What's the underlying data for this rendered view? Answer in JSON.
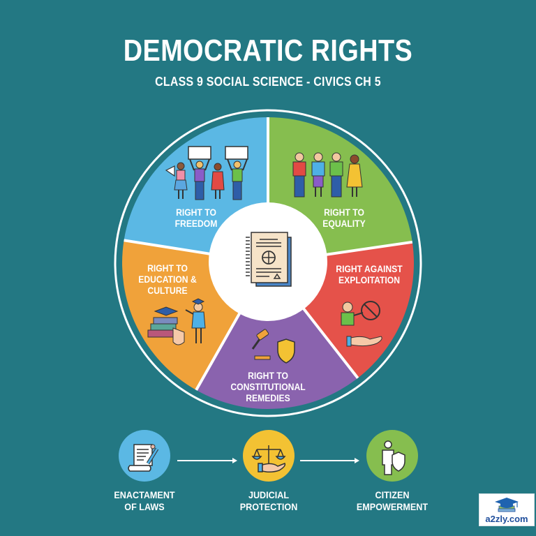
{
  "header": {
    "title": "DEMOCRATIC RIGHTS",
    "subtitle": "CLASS 9 SOCIAL SCIENCE - CIVICS CH 5"
  },
  "wheel": {
    "center_icon": "constitution-document-icon",
    "segments": [
      {
        "label": "RIGHT TO\nFREEDOM",
        "color": "#5BB8E4",
        "icon": "protesters-with-placards-icon"
      },
      {
        "label": "RIGHT TO\nEQUALITY",
        "color": "#86BE4F",
        "icon": "diverse-people-group-icon"
      },
      {
        "label": "RIGHT AGAINST\nEXPLOITATION",
        "color": "#E5524A",
        "icon": "child-with-prohibition-sign-and-hand-icon"
      },
      {
        "label": "RIGHT TO\nCONSTITUTIONAL\nREMEDIES",
        "color": "#8A63AE",
        "icon": "gavel-and-shield-icon"
      },
      {
        "label": "RIGHT TO\nEDUCATION &\nCULTURE",
        "color": "#F0A23A",
        "icon": "books-and-graduate-icon"
      }
    ]
  },
  "flow": {
    "steps": [
      {
        "label": "ENACTAMENT\nOF LAWS",
        "color": "#5BB8E4",
        "icon": "scroll-with-pen-icon"
      },
      {
        "label": "JUDICIAL\nPROTECTION",
        "color": "#F3C233",
        "icon": "scales-of-justice-in-hand-icon"
      },
      {
        "label": "CITIZEN\nEMPOWERMENT",
        "color": "#86BE4F",
        "icon": "person-with-shield-icon"
      }
    ]
  },
  "logo": {
    "text": "a2zly.com",
    "icon": "graduation-cap-on-books-icon"
  },
  "colors": {
    "background": "#237883",
    "text": "#FFFFFF"
  }
}
